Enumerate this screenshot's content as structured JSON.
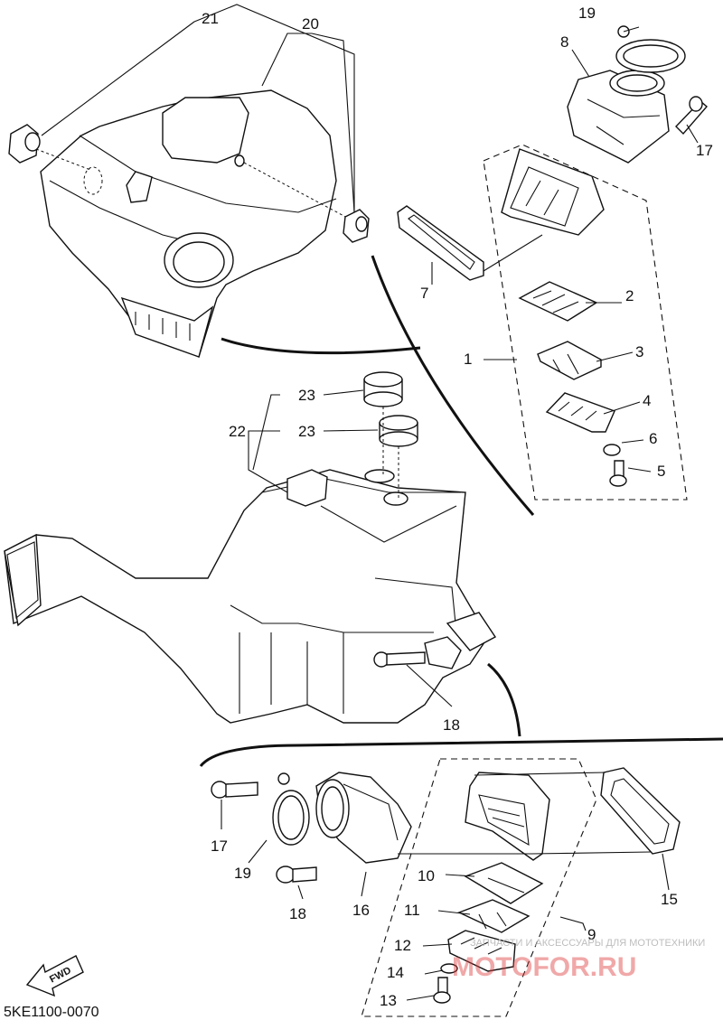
{
  "diagram_code": "5KE1100-0070",
  "fwd_label": "FWD",
  "watermark": {
    "caption": "ЗАПЧАСТИ И АКСЕССУАРЫ ДЛЯ МОТОТЕХНИКИ",
    "logo": "MOTOFOR.RU"
  },
  "callouts": {
    "n1": "1",
    "n2": "2",
    "n3": "3",
    "n4": "4",
    "n5": "5",
    "n6": "6",
    "n7": "7",
    "n8": "8",
    "n9": "9",
    "n10": "10",
    "n11": "11",
    "n12": "12",
    "n13": "13",
    "n14": "14",
    "n15": "15",
    "n16": "16",
    "n17a": "17",
    "n17b": "17",
    "n18a": "18",
    "n18b": "18",
    "n19a": "19",
    "n19b": "19",
    "n20": "20",
    "n21": "21",
    "n22": "22",
    "n23a": "23",
    "n23b": "23"
  }
}
